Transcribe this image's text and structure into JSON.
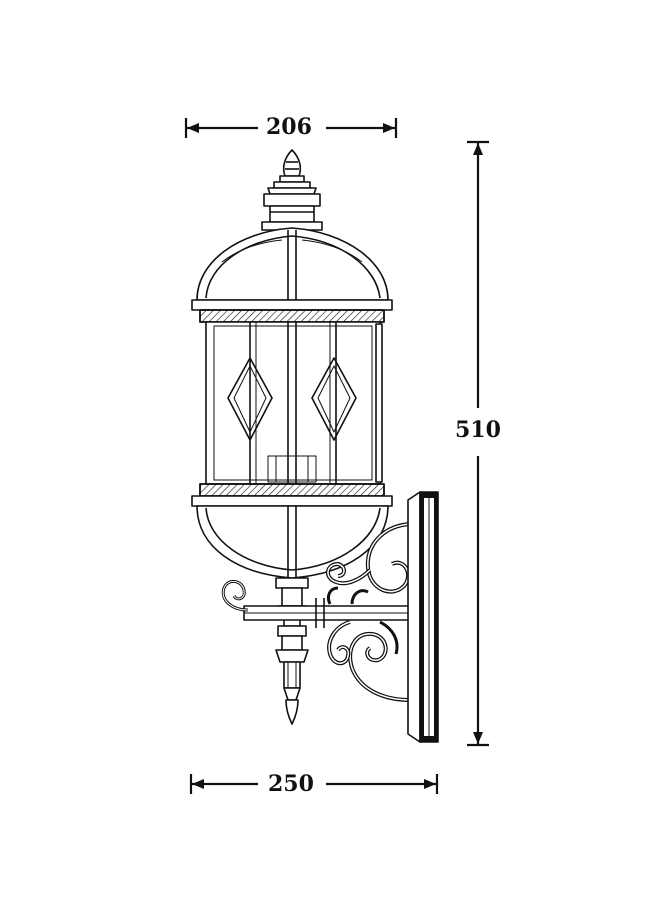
{
  "dimensions": {
    "top_width": "206",
    "height": "510",
    "bottom_width": "250"
  },
  "colors": {
    "line": "#111111",
    "background": "#ffffff"
  }
}
